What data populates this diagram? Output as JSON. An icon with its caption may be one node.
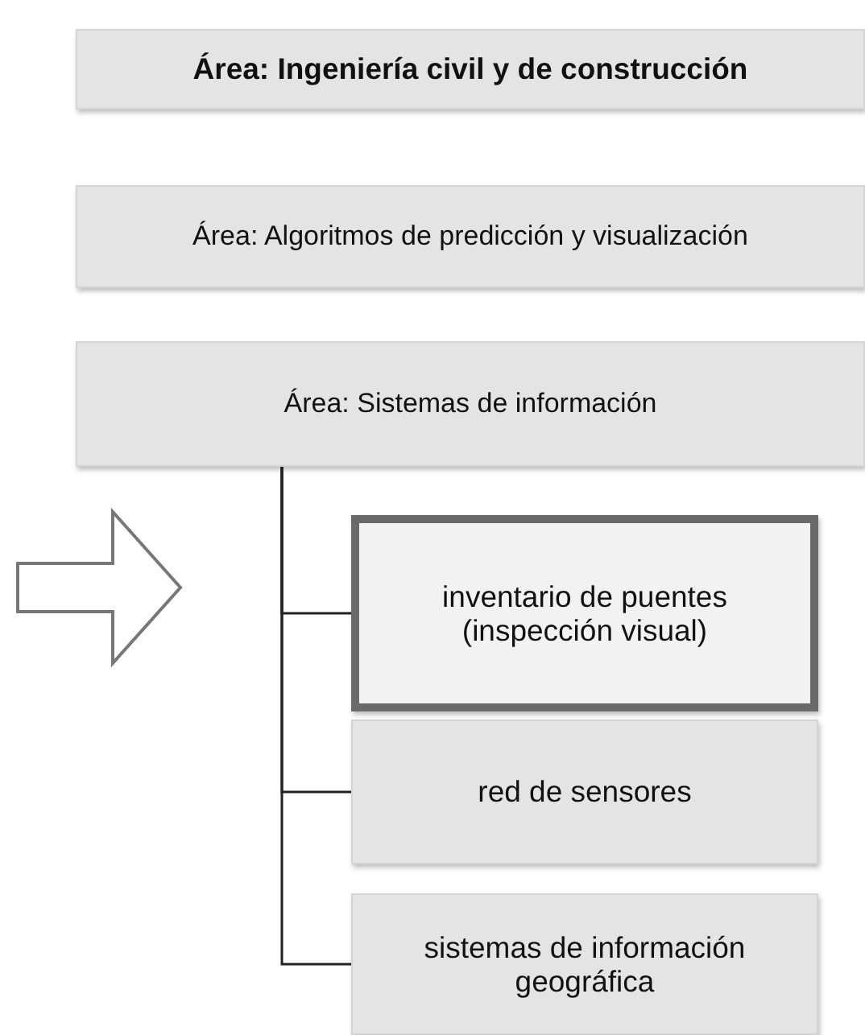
{
  "diagram": {
    "nodes": [
      {
        "text": [
          "Área: Ingeniería civil y de construcción"
        ]
      },
      {
        "text": [
          "Área: Algoritmos de predicción y visualización"
        ]
      },
      {
        "text": [
          "Área: Sistemas de información"
        ]
      },
      {
        "text": [
          "inventario de puentes (inspección visual)"
        ]
      },
      {
        "text": [
          "red de sensores"
        ]
      },
      {
        "text": [
          "sistemas de información geográfica"
        ]
      }
    ],
    "edges": [
      {
        "from": 2,
        "to": 3,
        "arrow": "none"
      },
      {
        "from": 2,
        "to": 4,
        "arrow": "none"
      },
      {
        "from": 2,
        "to": 5,
        "arrow": "none"
      }
    ]
  }
}
